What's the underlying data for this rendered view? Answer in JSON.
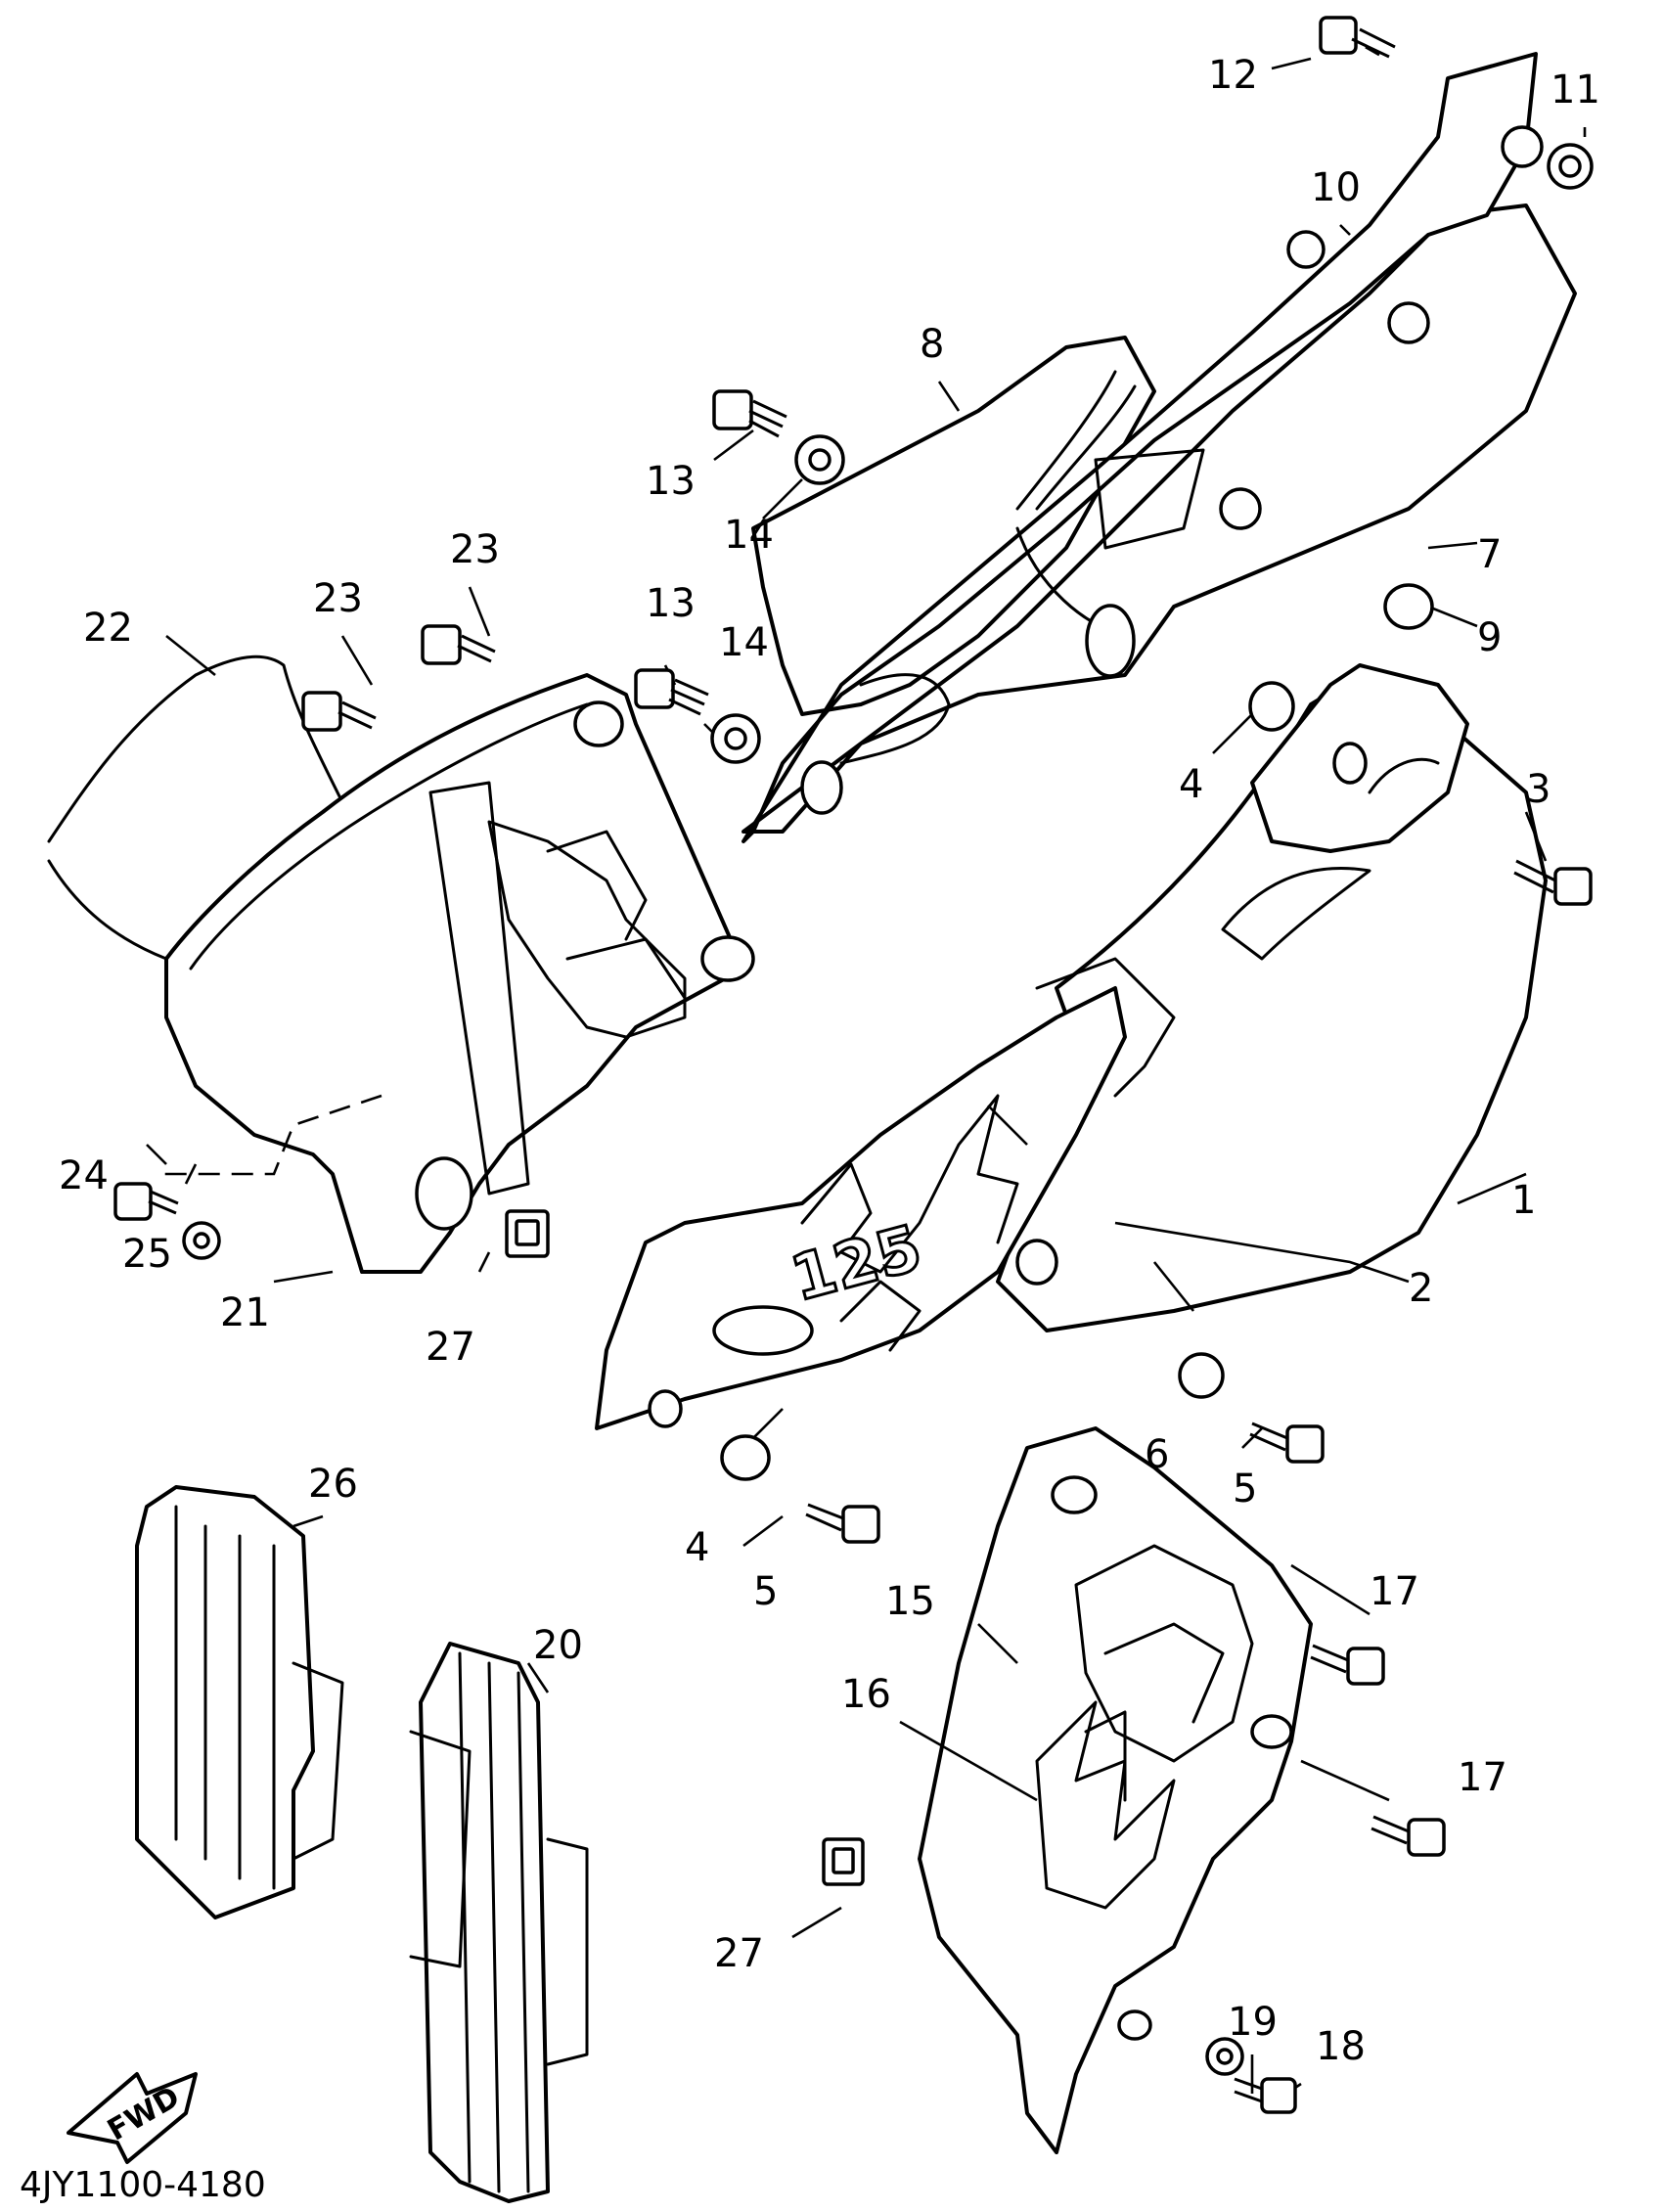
{
  "diagram_code": "4JY1100-4180",
  "fwd_label": "FWD",
  "decal_text": "125",
  "callouts": [
    {
      "id": "1",
      "label": "1"
    },
    {
      "id": "2",
      "label": "2"
    },
    {
      "id": "3",
      "label": "3"
    },
    {
      "id": "4a",
      "label": "4"
    },
    {
      "id": "4b",
      "label": "4"
    },
    {
      "id": "5a",
      "label": "5"
    },
    {
      "id": "5b",
      "label": "5"
    },
    {
      "id": "6",
      "label": "6"
    },
    {
      "id": "7",
      "label": "7"
    },
    {
      "id": "8",
      "label": "8"
    },
    {
      "id": "9",
      "label": "9"
    },
    {
      "id": "10",
      "label": "10"
    },
    {
      "id": "11",
      "label": "11"
    },
    {
      "id": "12",
      "label": "12"
    },
    {
      "id": "13a",
      "label": "13"
    },
    {
      "id": "13b",
      "label": "13"
    },
    {
      "id": "14a",
      "label": "14"
    },
    {
      "id": "14b",
      "label": "14"
    },
    {
      "id": "15",
      "label": "15"
    },
    {
      "id": "16",
      "label": "16"
    },
    {
      "id": "17a",
      "label": "17"
    },
    {
      "id": "17b",
      "label": "17"
    },
    {
      "id": "18",
      "label": "18"
    },
    {
      "id": "19",
      "label": "19"
    },
    {
      "id": "20",
      "label": "20"
    },
    {
      "id": "21",
      "label": "21"
    },
    {
      "id": "22",
      "label": "22"
    },
    {
      "id": "23a",
      "label": "23"
    },
    {
      "id": "23b",
      "label": "23"
    },
    {
      "id": "24",
      "label": "24"
    },
    {
      "id": "25",
      "label": "25"
    },
    {
      "id": "26",
      "label": "26"
    },
    {
      "id": "27a",
      "label": "27"
    },
    {
      "id": "27b",
      "label": "27"
    }
  ]
}
